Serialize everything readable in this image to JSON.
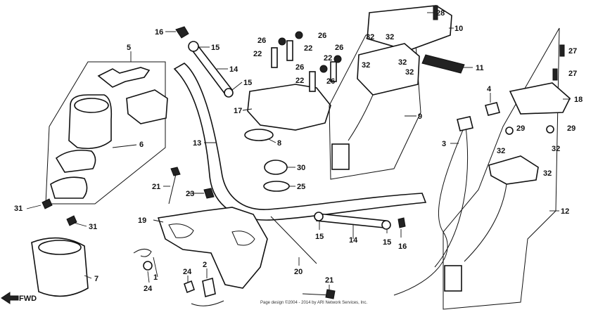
{
  "callouts": {
    "n1": "1",
    "n2": "2",
    "n3": "3",
    "n4": "4",
    "n5": "5",
    "n6": "6",
    "n7": "7",
    "n8": "8",
    "n9": "9",
    "n10": "10",
    "n11": "11",
    "n12": "12",
    "n13": "13",
    "n14a": "14",
    "n14b": "14",
    "n15a": "15",
    "n15b": "15",
    "n15c": "15",
    "n15d": "15",
    "n16a": "16",
    "n16b": "16",
    "n17": "17",
    "n18": "18",
    "n19": "19",
    "n20": "20",
    "n21a": "21",
    "n21b": "21",
    "n22a": "22",
    "n22b": "22",
    "n22c": "22",
    "n22d": "22",
    "n23": "23",
    "n24a": "24",
    "n24b": "24",
    "n25": "25",
    "n26a": "26",
    "n26b": "26",
    "n26c": "26",
    "n26d": "26",
    "n26e": "26",
    "n27a": "27",
    "n27b": "27",
    "n28": "28",
    "n29a": "29",
    "n29b": "29",
    "n30": "30",
    "n31a": "31",
    "n31b": "31",
    "n32a": "32",
    "n32b": "32",
    "n32c": "32",
    "n32d": "32",
    "n32e": "32",
    "n32f": "32",
    "n32g": "32",
    "n32h": "32"
  },
  "direction": {
    "label": "FWD",
    "icon": "arrow-left-icon"
  },
  "copyright": "Page design ©2004 - 2014 by ARI Network Services, Inc."
}
